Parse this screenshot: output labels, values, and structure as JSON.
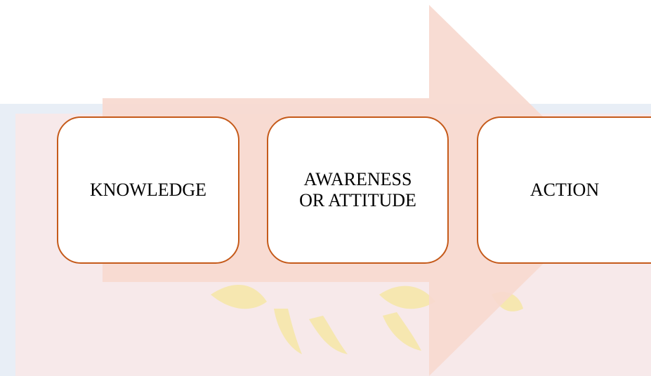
{
  "diagram": {
    "steps": [
      {
        "label": "KNOWLEDGE"
      },
      {
        "label": "AWARENESS\nOR ATTITUDE"
      },
      {
        "label": "ACTION"
      }
    ]
  },
  "colors": {
    "arrow_fill": "#f7d9cf",
    "box_border": "#c55a1a",
    "box_fill": "#ffffff",
    "watermark_panel": "#f7e9ea",
    "watermark_border": "#e8eef6",
    "watermark_emblem": "#f6e6a6"
  },
  "icons": {
    "watermark": "eagle-emblem-icon"
  }
}
